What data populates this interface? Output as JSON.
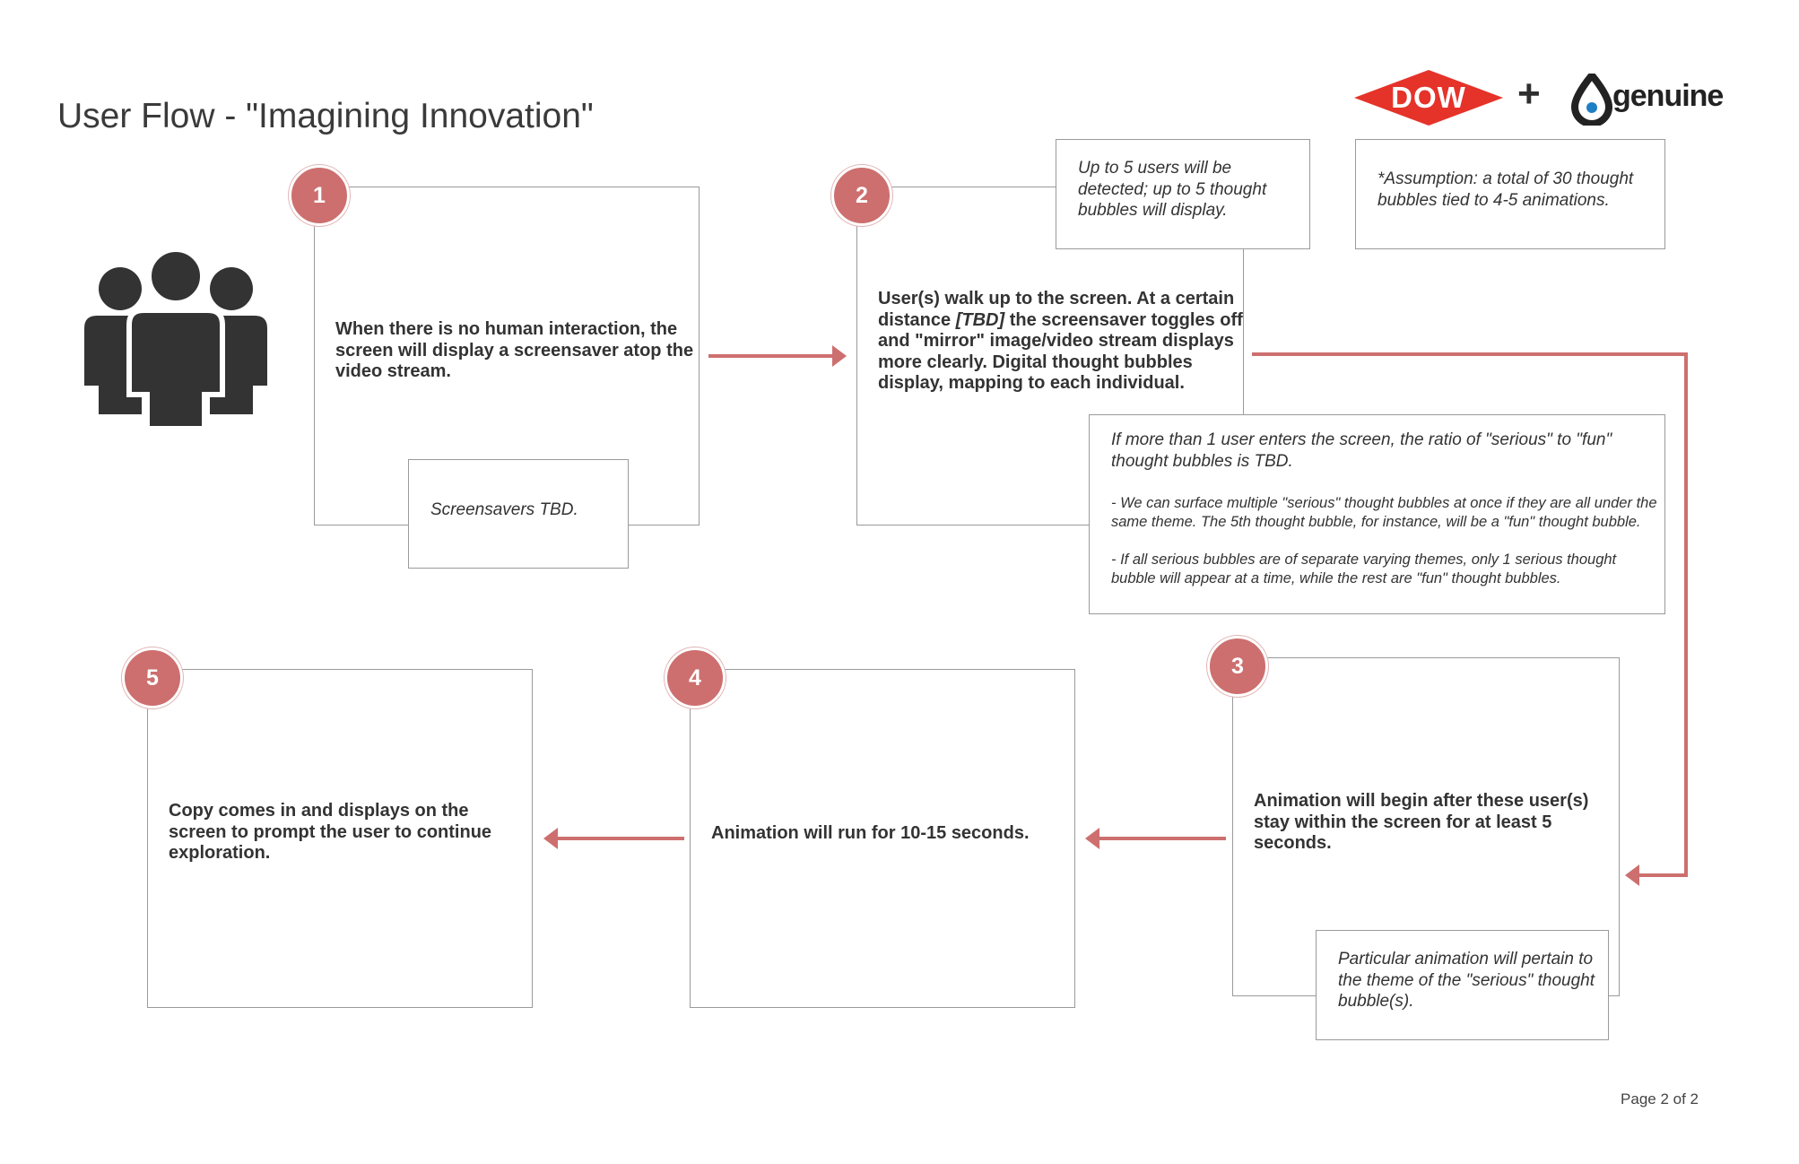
{
  "page": {
    "title": "User Flow - \"Imagining Innovation\"",
    "page_number": "Page 2 of 2"
  },
  "logos": {
    "dow": "DOW",
    "plus": "+",
    "genuine": "genuine"
  },
  "colors": {
    "accent": "#cd6f6f",
    "dow_red": "#e5332a",
    "border": "#9a9a9a",
    "icon": "#333333"
  },
  "icons": {
    "users": "users-group-icon"
  },
  "steps": [
    {
      "number": "1",
      "text": "When there is no human interaction, the screen will display a screensaver atop the video stream."
    },
    {
      "number": "2",
      "text_a": "User(s) walk up to the screen. At a certain distance ",
      "text_tbd": "[TBD]",
      "text_b": " the screensaver toggles off and \"mirror\" image/video stream displays more clearly. Digital thought bubbles display, mapping to each individual."
    },
    {
      "number": "3",
      "text": "Animation will begin after these user(s) stay within the screen for at least 5 seconds."
    },
    {
      "number": "4",
      "text": "Animation will run for 10-15 seconds."
    },
    {
      "number": "5",
      "text": "Copy comes in and displays on the screen to prompt the user to continue exploration."
    }
  ],
  "notes": {
    "screensavers": "Screensavers TBD.",
    "users_detected": "Up to 5 users will be detected; up to 5 thought bubbles will display.",
    "assumption": "*Assumption: a total of 30 thought bubbles tied to 4-5 animations.",
    "ratio_intro": "If more than 1 user enters the screen, the ratio of \"serious\" to \"fun\" thought bubbles is TBD.",
    "ratio_point1": "- We can surface multiple \"serious\" thought bubbles at once if they are all under the same theme. The 5th thought bubble, for instance, will be a \"fun\" thought bubble.",
    "ratio_point2": "- If all serious bubbles are of separate varying themes, only 1 serious thought bubble will appear at a time, while the rest are \"fun\" thought bubbles.",
    "animation_theme": "Particular animation will pertain to the theme of the \"serious\" thought bubble(s)."
  }
}
